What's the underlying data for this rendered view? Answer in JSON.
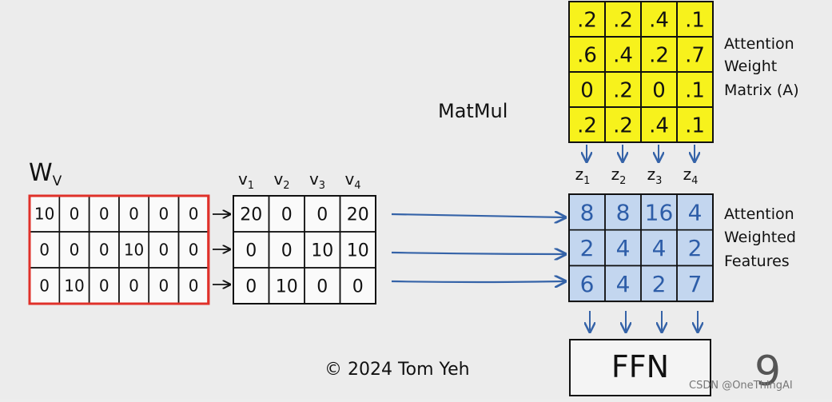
{
  "weight_matrix_label": "W",
  "weight_matrix_sub": "V",
  "weight_matrix": [
    [
      "10",
      "0",
      "0",
      "0",
      "0",
      "0"
    ],
    [
      "0",
      "0",
      "0",
      "10",
      "0",
      "0"
    ],
    [
      "0",
      "10",
      "0",
      "0",
      "0",
      "0"
    ]
  ],
  "value_headers": [
    {
      "base": "v",
      "sub": "1"
    },
    {
      "base": "v",
      "sub": "2"
    },
    {
      "base": "v",
      "sub": "3"
    },
    {
      "base": "v",
      "sub": "4"
    }
  ],
  "value_matrix": [
    [
      "20",
      "0",
      "0",
      "20"
    ],
    [
      "0",
      "0",
      "10",
      "10"
    ],
    [
      "0",
      "10",
      "0",
      "0"
    ]
  ],
  "matmul_label": "MatMul",
  "attention_matrix": [
    [
      ".2",
      ".2",
      ".4",
      ".1"
    ],
    [
      ".6",
      ".4",
      ".2",
      ".7"
    ],
    [
      "0",
      ".2",
      "0",
      ".1"
    ],
    [
      ".2",
      ".2",
      ".4",
      ".1"
    ]
  ],
  "attention_label": [
    "Attention",
    "Weight",
    "Matrix (A)"
  ],
  "z_headers": [
    {
      "base": "z",
      "sub": "1"
    },
    {
      "base": "z",
      "sub": "2"
    },
    {
      "base": "z",
      "sub": "3"
    },
    {
      "base": "z",
      "sub": "4"
    }
  ],
  "features_matrix": [
    [
      "8",
      "8",
      "16",
      "4"
    ],
    [
      "2",
      "4",
      "4",
      "2"
    ],
    [
      "6",
      "4",
      "2",
      "7"
    ]
  ],
  "features_label": [
    "Attention",
    "Weighted",
    "Features"
  ],
  "ffn_label": "FFN",
  "copyright": "©  2024 Tom Yeh",
  "page_number": "9",
  "watermark": "CSDN @OneThingAI",
  "colors": {
    "weight_border": "#e0312a",
    "attention_fill": "#f7f21c",
    "features_fill": "#c3d6ef",
    "arrow": "#3563a8",
    "ink": "#111111"
  }
}
